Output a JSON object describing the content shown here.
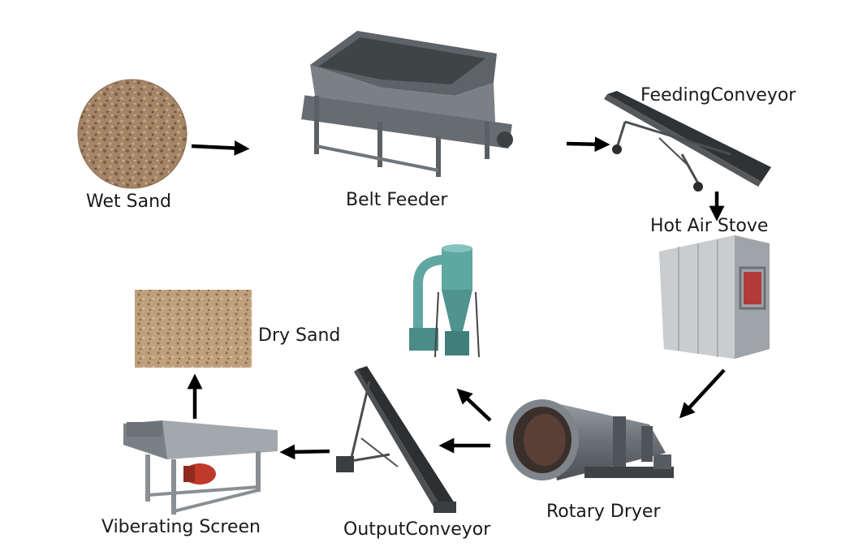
{
  "diagram": {
    "labels": {
      "wet_sand": "Wet Sand",
      "belt_feeder": "Belt Feeder",
      "feeding_conveyor": "FeedingConveyor",
      "hot_air_stove": "Hot Air Stove",
      "rotary_dryer": "Rotary Dryer",
      "output_conveyor": "OutputConveyor",
      "viberating_screen": "Viberating Screen",
      "dry_sand": "Dry Sand"
    },
    "colors": {
      "arrow": "#000000",
      "wet_sand": "#9c7d5e",
      "dry_sand": "#b89a78",
      "machine_gray": "#6d7378",
      "cyclone_teal": "#5fa8a2",
      "motor_red": "#c0392b"
    },
    "icons": [
      "wet-sand-image",
      "belt-feeder-image",
      "feeding-conveyor-image",
      "hot-air-stove-image",
      "rotary-dryer-image",
      "cyclone-dust-collector-image",
      "output-conveyor-image",
      "vibrating-screen-image",
      "dry-sand-image"
    ]
  }
}
